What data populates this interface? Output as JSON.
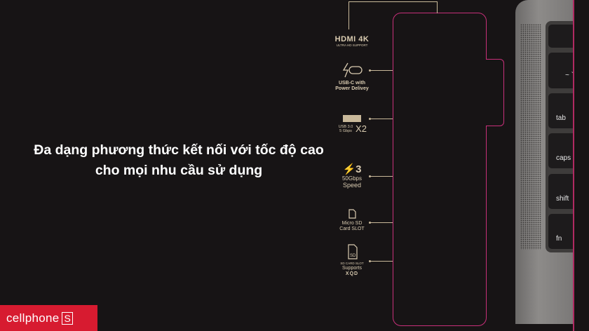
{
  "headline": {
    "line1": "Đa dạng phương thức kết nối với tốc độ cao",
    "line2": "cho mọi nhu cầu sử dụng"
  },
  "ports": [
    {
      "icon": "hdmi-icon",
      "title": "HDMI 4K",
      "sub": "ULTRA HD SUPPORT"
    },
    {
      "icon": "usb-c-icon",
      "title": "USB-C with",
      "sub": "Power Delivey"
    },
    {
      "icon": "usb-a-icon",
      "title": "USB 3.0 5 Gbps",
      "sub": "X2"
    },
    {
      "icon": "thunderbolt-icon",
      "title": "3",
      "sub": "50Gbps",
      "sub2": "Speed"
    },
    {
      "icon": "micro-sd-icon",
      "title": "Micro SD",
      "sub": "Card SLOT"
    },
    {
      "icon": "sd-card-icon",
      "title": "SD CARD SLOT",
      "sub": "Supports",
      "sub2": "XQD"
    }
  ],
  "keys": [
    "",
    "~ `",
    "tab",
    "caps",
    "shift",
    "fn"
  ],
  "logo": {
    "text": "cellphone",
    "mark": "S"
  },
  "colors": {
    "accent": "#c8307a",
    "brand": "#d71b30",
    "label": "#d9cbb0"
  }
}
